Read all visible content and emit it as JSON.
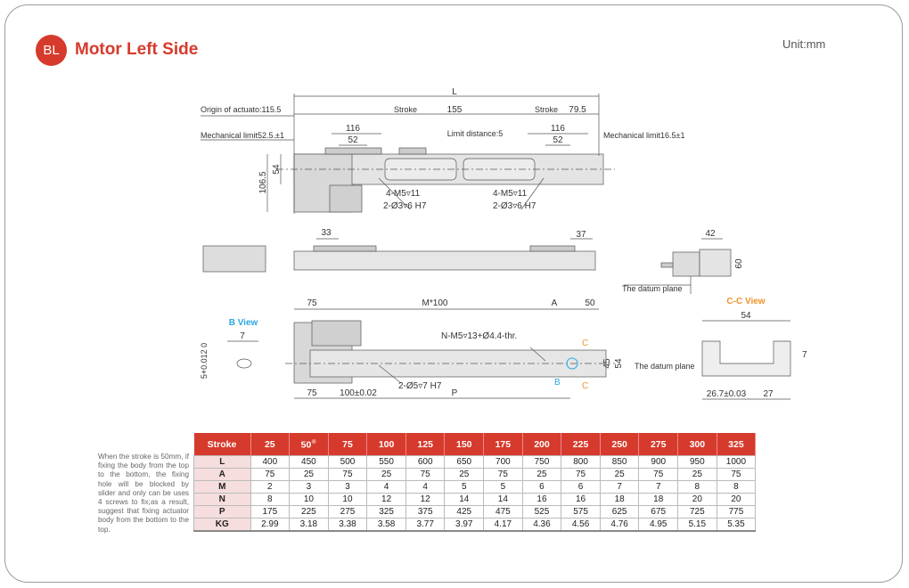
{
  "header": {
    "badge": "BL",
    "title": "Motor Left Side",
    "unit": "Unit:mm"
  },
  "top_view": {
    "L": "L",
    "origin": "Origin of actuato:115.5",
    "stroke_left": "Stroke",
    "dim_155": "155",
    "stroke_right": "Stroke",
    "dim_79_5": "79.5",
    "mech_left": "Mechanical limit52.5.±1",
    "dim_116_left": "116",
    "dim_52_left": "52",
    "limit_distance": "Limit distance:5",
    "dim_116_right": "116",
    "dim_52_right": "52",
    "mech_right": "Mechanical limit16.5±1",
    "dim_106_5": "106.5",
    "dim_54": "54",
    "screw_left": "4-M5▿11",
    "pin_left": "2-Ø3▿6 H7",
    "screw_right": "4-M5▿11",
    "pin_right": "2-Ø3▿6 H7"
  },
  "side_view": {
    "dim_33": "33",
    "dim_37": "37"
  },
  "end_view": {
    "dim_42": "42",
    "dim_60": "60",
    "datum": "The datum plane"
  },
  "bottom_view": {
    "dim_75_top": "75",
    "m100": "M*100",
    "A": "A",
    "dim_50": "50",
    "thread": "N-M5▿13+Ø4.4-thr.",
    "dim_45": "45",
    "dim_54": "54",
    "pin": "2-Ø5▿7 H7",
    "P": "P",
    "dim_75_bottom": "75",
    "dim_100": "100±0.02",
    "B": "B",
    "C_top": "C",
    "C_bottom": "C",
    "datum": "The datum plane"
  },
  "b_view": {
    "title": "B View",
    "dim_7": "7",
    "dim_5": "5+0.012 0"
  },
  "cc_view": {
    "title": "C-C View",
    "dim_54": "54",
    "dim_7": "7",
    "dim_26_7": "26.7±0.03",
    "dim_27": "27"
  },
  "note": "When the stroke is 50mm, if fixing the body from the top to the bottom, the fixing hole will be blocked by slider and only can be uses 4 screws to fix;as a result, suggest that fixing actuator body from the bottom to the top.",
  "table": {
    "header": [
      "Stroke",
      "25",
      "50",
      "75",
      "100",
      "125",
      "150",
      "175",
      "200",
      "225",
      "250",
      "275",
      "300",
      "325"
    ],
    "footnote_mark": "※",
    "rows": [
      [
        "L",
        "400",
        "450",
        "500",
        "550",
        "600",
        "650",
        "700",
        "750",
        "800",
        "850",
        "900",
        "950",
        "1000"
      ],
      [
        "A",
        "75",
        "25",
        "75",
        "25",
        "75",
        "25",
        "75",
        "25",
        "75",
        "25",
        "75",
        "25",
        "75"
      ],
      [
        "M",
        "2",
        "3",
        "3",
        "4",
        "4",
        "5",
        "5",
        "6",
        "6",
        "7",
        "7",
        "8",
        "8"
      ],
      [
        "N",
        "8",
        "10",
        "10",
        "12",
        "12",
        "14",
        "14",
        "16",
        "16",
        "18",
        "18",
        "20",
        "20"
      ],
      [
        "P",
        "175",
        "225",
        "275",
        "325",
        "375",
        "425",
        "475",
        "525",
        "575",
        "625",
        "675",
        "725",
        "775"
      ],
      [
        "KG",
        "2.99",
        "3.18",
        "3.38",
        "3.58",
        "3.77",
        "3.97",
        "4.17",
        "4.36",
        "4.56",
        "4.76",
        "4.95",
        "5.15",
        "5.35"
      ]
    ]
  },
  "colors": {
    "accent": "#d63a2c",
    "blue": "#2aa8e0",
    "orange": "#f0922a"
  }
}
